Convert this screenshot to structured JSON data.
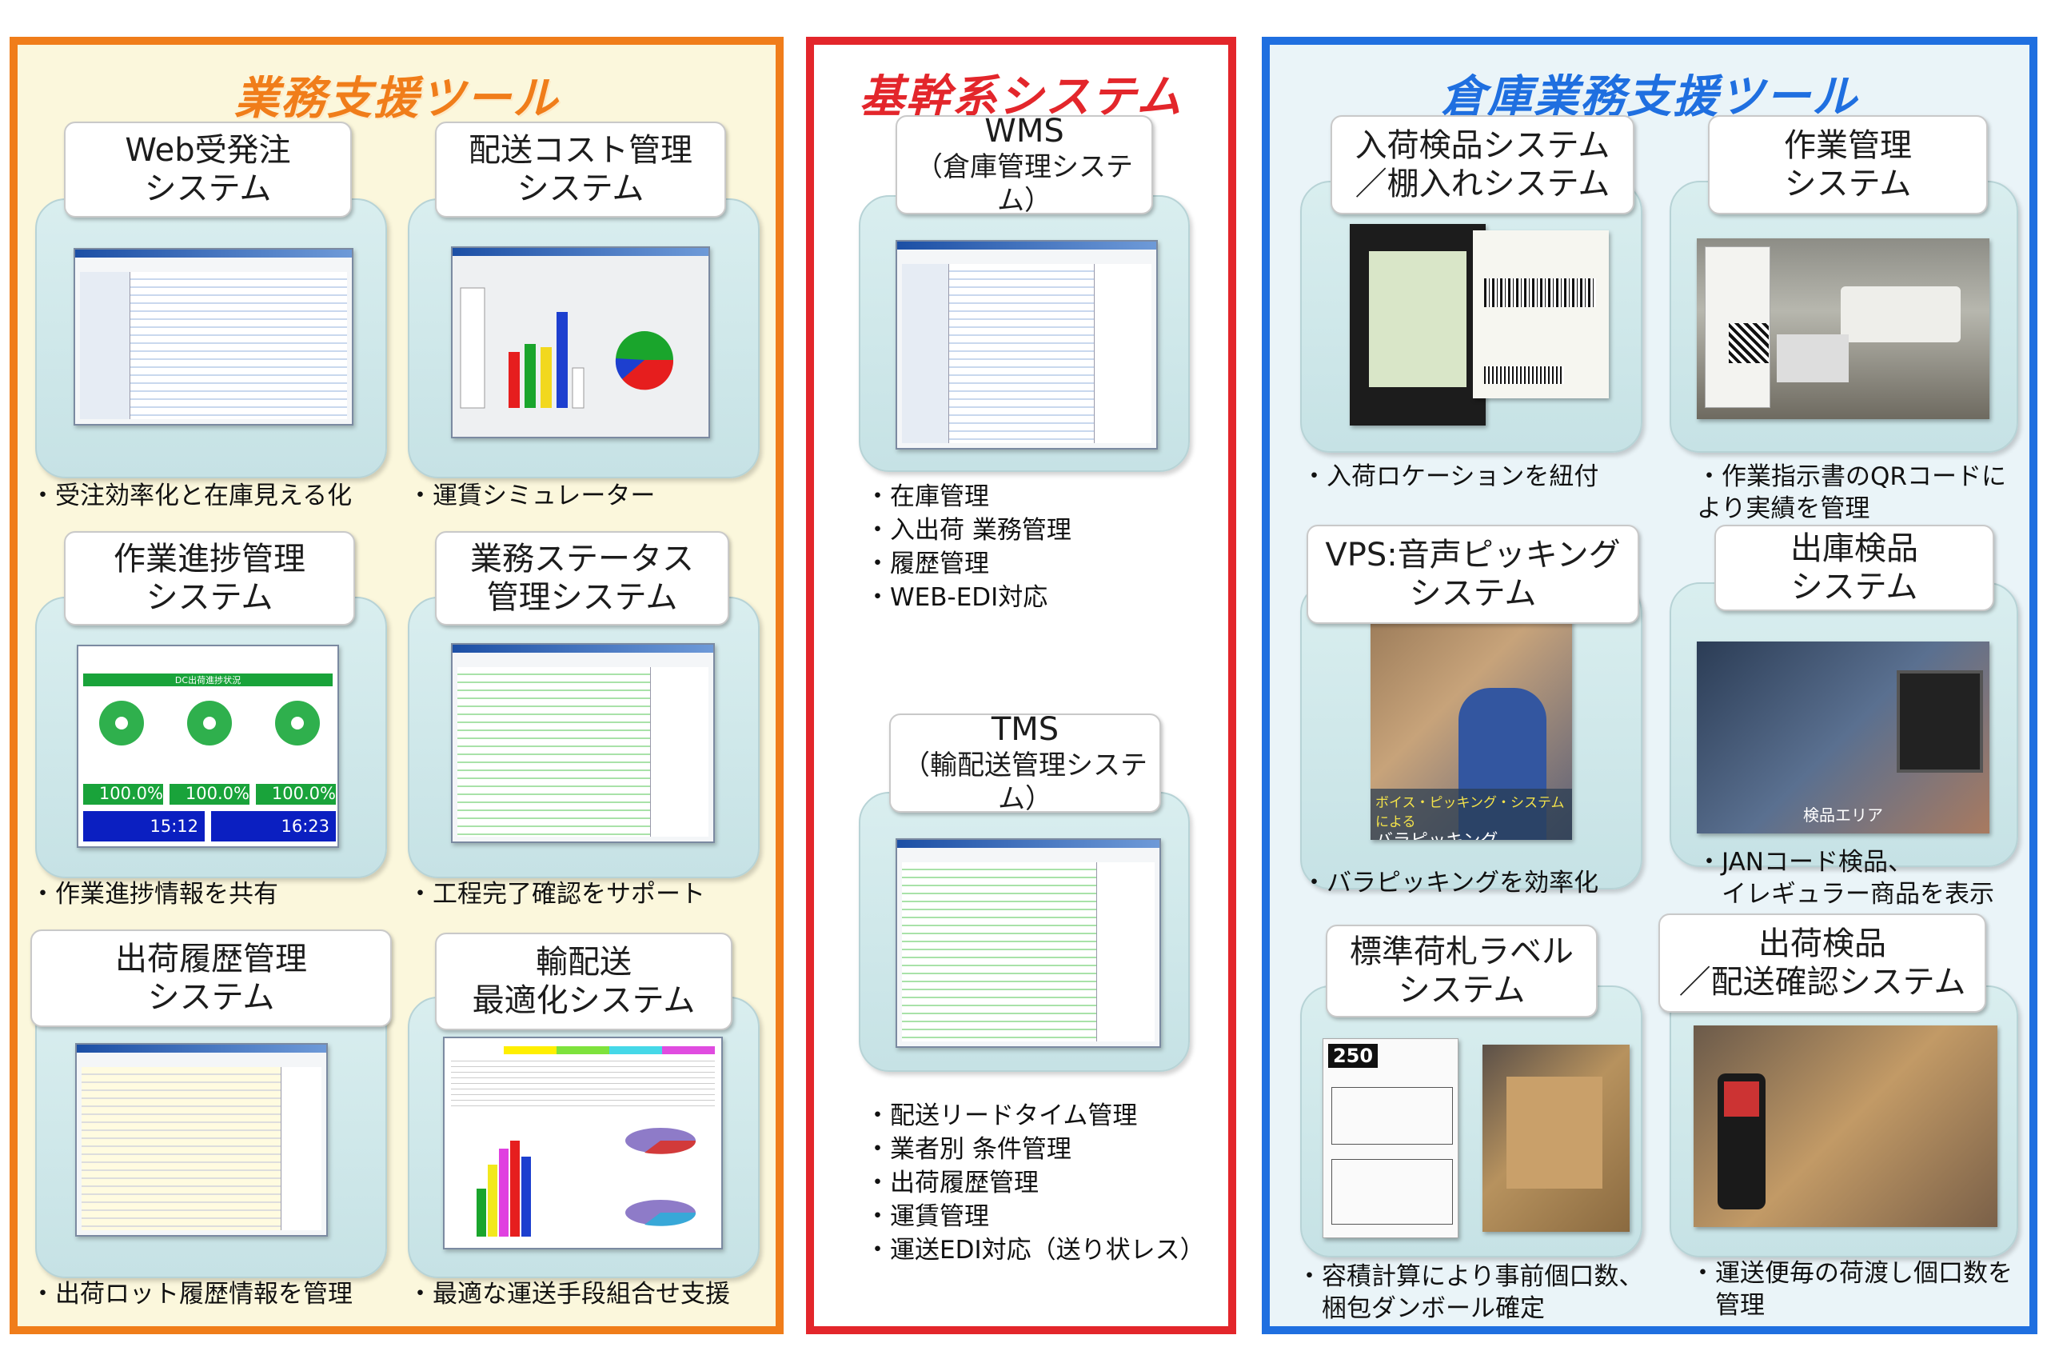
{
  "left_panel": {
    "title": "業務支援ツール",
    "cards": [
      {
        "label": [
          "Web受発注",
          "システム"
        ],
        "desc": "・受注効率化と在庫見える化"
      },
      {
        "label": [
          "配送コスト管理",
          "システム"
        ],
        "desc": "・運賃シミュレーター"
      },
      {
        "label": [
          "作業進捗管理",
          "システム"
        ],
        "desc": "・作業進捗情報を共有"
      },
      {
        "label": [
          "業務ステータス",
          "管理システム"
        ],
        "desc": "・工程完了確認をサポート"
      },
      {
        "label": [
          "出荷履歴管理",
          "システム"
        ],
        "desc": "・出荷ロット履歴情報を管理"
      },
      {
        "label": [
          "輸配送",
          "最適化システム"
        ],
        "desc": "・最適な運送手段組合せ支援"
      }
    ],
    "progress_screen": {
      "header": "DC出荷進捗状況",
      "percent_values": [
        "100.0%",
        "100.0%",
        "100.0%"
      ],
      "times": [
        "15:12",
        "16:23"
      ]
    }
  },
  "center_panel": {
    "title": "基幹系システム",
    "wms": {
      "name": "WMS",
      "sub": "（倉庫管理システム）",
      "bullets": [
        "・在庫管理",
        "・入出荷 業務管理",
        "・履歴管理",
        "・WEB-EDI対応"
      ]
    },
    "tms": {
      "name": "TMS",
      "sub": "（輸配送管理システム）",
      "bullets": [
        "・配送リードタイム管理",
        "・業者別 条件管理",
        "・出荷履歴管理",
        "・運賃管理",
        "・運送EDI対応（送り状レス）"
      ]
    }
  },
  "right_panel": {
    "title": "倉庫業務支援ツール",
    "cards": [
      {
        "label": [
          "入荷検品システム",
          "／棚入れシステム"
        ],
        "desc": [
          "・入荷ロケーションを紐付"
        ]
      },
      {
        "label": [
          "作業管理",
          "システム"
        ],
        "desc": [
          "・作業指示書のQRコードに",
          "より実績を管理"
        ]
      },
      {
        "label": [
          "VPS:音声ピッキング",
          "システム"
        ],
        "desc": [
          "・バラピッキングを効率化"
        ]
      },
      {
        "label": [
          "出庫検品",
          "システム"
        ],
        "desc": [
          "・JANコード検品、",
          "　イレギュラー商品を表示"
        ]
      },
      {
        "label": [
          "標準荷札ラベル",
          "システム"
        ],
        "desc": [
          "・容積計算により事前個口数、",
          "　梱包ダンボール確定"
        ]
      },
      {
        "label": [
          "出荷検品",
          "／配送確認システム"
        ],
        "desc": [
          "・運送便毎の荷渡し個口数を",
          "　管理"
        ]
      }
    ],
    "photo_captions": {
      "vps_overlay": [
        "ボイス・ピッキング・システム による",
        "バラピッキング"
      ],
      "shipping_overlay": "検品エリア",
      "label_number": "250"
    }
  },
  "colors": {
    "left_border": "#f07d1a",
    "center_border": "#e3262b",
    "right_border": "#1f6fe0"
  }
}
